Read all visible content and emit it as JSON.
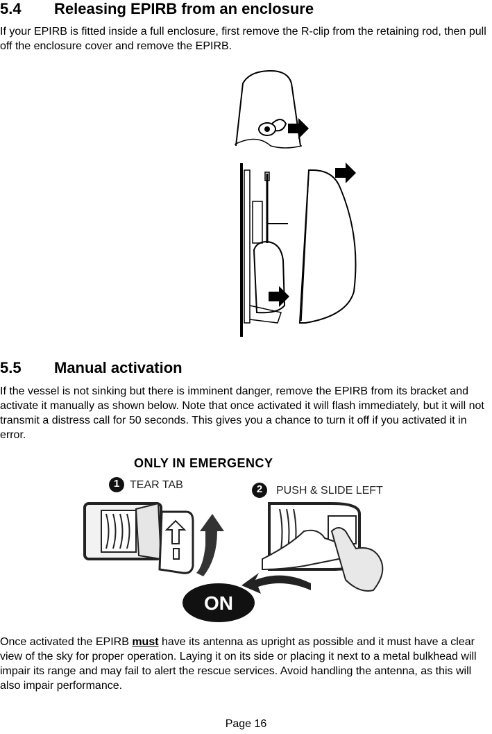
{
  "section_54": {
    "number": "5.4",
    "title": "Releasing EPIRB from an enclosure",
    "body": "If your EPIRB is fitted inside a full enclosure, first remove the R-clip from the retaining rod, then pull off the enclosure cover and remove the EPIRB."
  },
  "section_55": {
    "number": "5.5",
    "title": "Manual activation",
    "body": "If the vessel is not sinking but there is imminent danger, remove the EPIRB from its bracket and activate it manually as shown below. Note that once activated it will flash immediately, but it will not transmit a distress call for 50 seconds. This gives you a chance to turn it off if you activated it in error."
  },
  "activation_figure": {
    "header": "ONLY IN EMERGENCY",
    "step1_number": "1",
    "step1_label": "TEAR TAB",
    "step2_number": "2",
    "step2_label": "PUSH & SLIDE LEFT",
    "on_label": "ON"
  },
  "closing_paragraph": {
    "part1": "Once activated the EPIRB ",
    "emphasis": "must",
    "part2": " have its antenna as upright as possible and it must have a clear view of the sky for proper operation. Laying it on its side or placing it next to a metal bulkhead will impair its range and may fail to alert the rescue services. Avoid handling the antenna, as this will also impair performance."
  },
  "footer": {
    "page_label": "Page 16"
  }
}
